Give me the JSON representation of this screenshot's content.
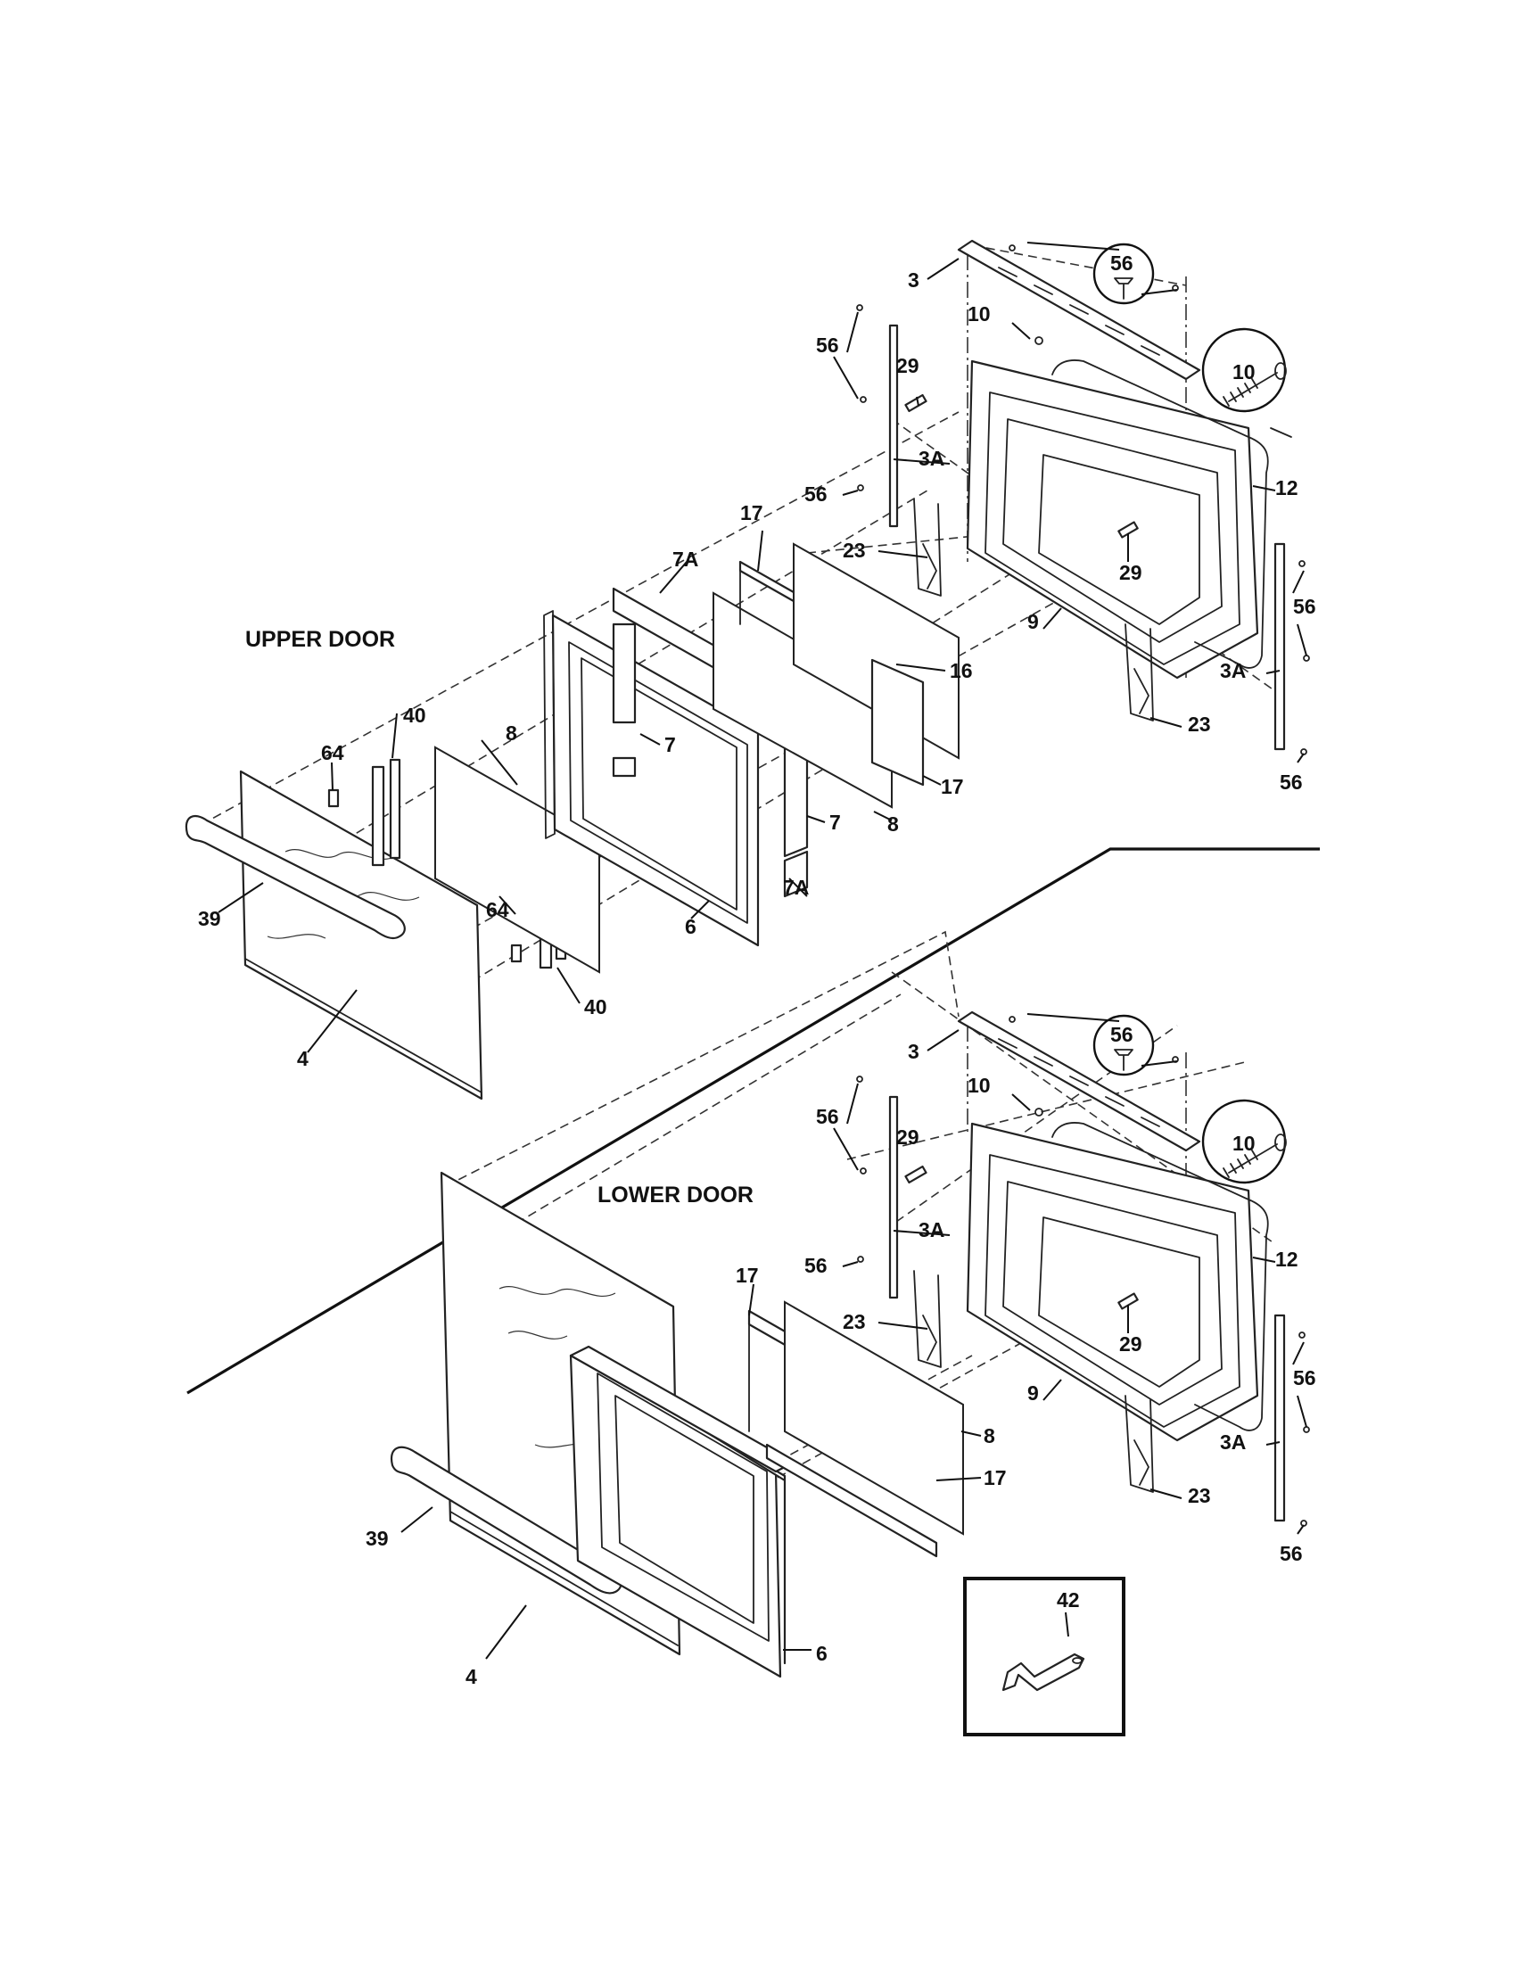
{
  "sections": {
    "upper": {
      "title": "UPPER DOOR"
    },
    "lower": {
      "title": "LOWER DOOR"
    }
  },
  "labels": {
    "p3": "3",
    "p3a": "3A",
    "p4": "4",
    "p6": "6",
    "p7": "7",
    "p7a": "7A",
    "p8": "8",
    "p9": "9",
    "p10": "10",
    "p12": "12",
    "p16": "16",
    "p17": "17",
    "p23": "23",
    "p29": "29",
    "p39": "39",
    "p40": "40",
    "p42": "42",
    "p56": "56",
    "p64": "64"
  }
}
